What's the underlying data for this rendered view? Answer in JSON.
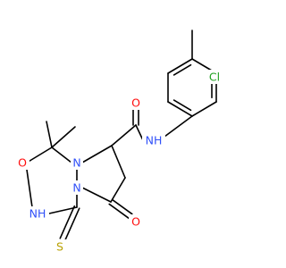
{
  "molecule": {
    "colors": {
      "bond": "#000000",
      "carbon": "#000000",
      "oxygen": "#ff0d0d",
      "nitrogen": "#3050f8",
      "sulfur": "#b8a000",
      "chlorine": "#1fa01f"
    },
    "atom_labels": {
      "chlorine": "Cl",
      "amide_nh": "NH",
      "ring_nh": "NH",
      "ring_n_upper": "N",
      "ring_n_lower": "N",
      "oxygen_amide": "O",
      "oxygen_left": "O",
      "oxygen_lactam": "O",
      "sulfur": "S"
    }
  }
}
